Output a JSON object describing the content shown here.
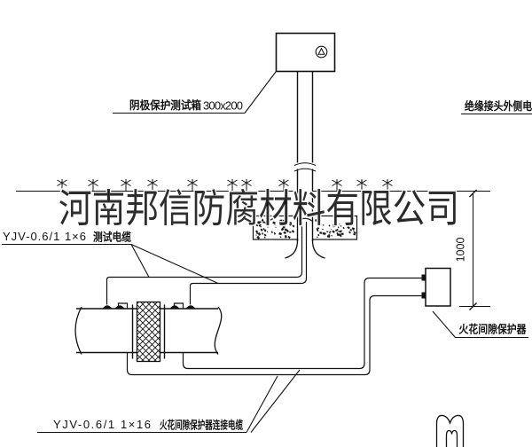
{
  "drawing": {
    "test_box_label": "阴极保护测试箱",
    "test_box_size": "300x200",
    "outer_cable_label": "绝缘接头外侧电缆",
    "test_cable_spec": "YJV-0.6/1  1×6",
    "test_cable_label": "测试电缆",
    "spark_cable_spec": "YJV-0.6/1  1×16",
    "spark_cable_label": "火花间隙保护器连接电缆",
    "spark_gap_label": "火花间隙保护器",
    "dimension_value": "1000",
    "watermark": "河南邦信防腐材料有限公司"
  }
}
